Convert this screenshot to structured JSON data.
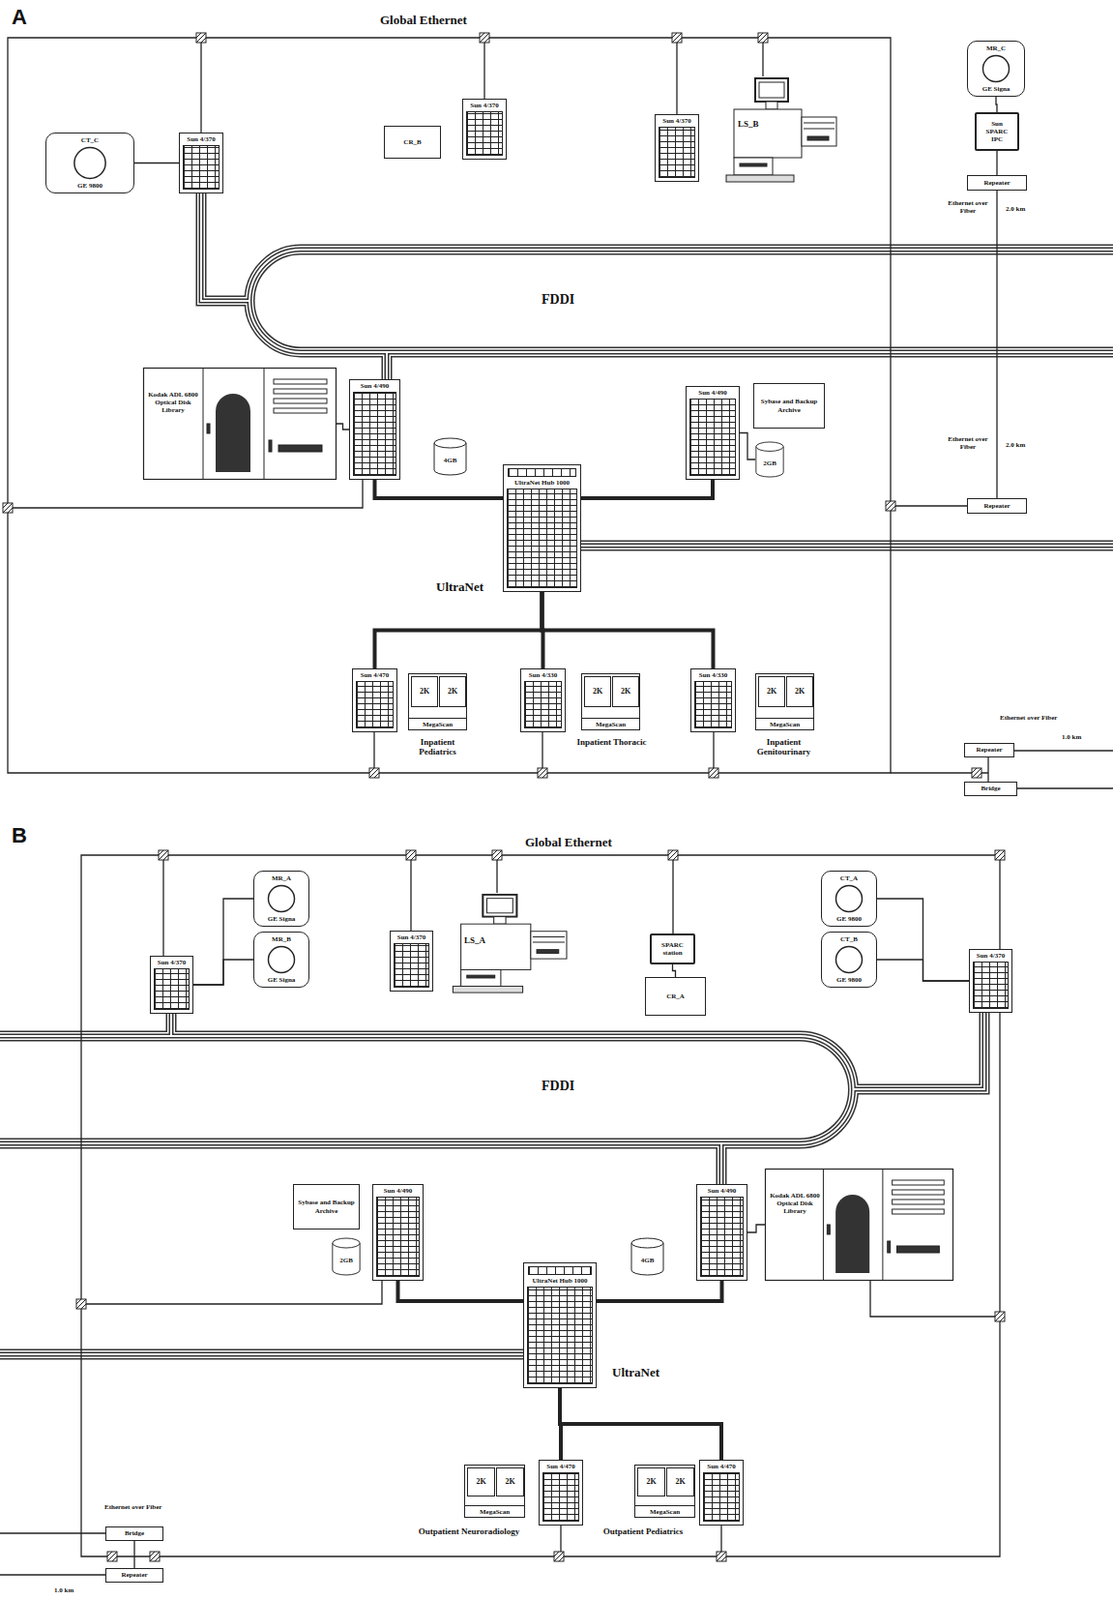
{
  "diagram": {
    "nodes": [
      {
        "text": [
          "CT_C",
          "GE 9800"
        ]
      },
      {
        "text": [
          "Sun 4/370"
        ]
      },
      {
        "text": [
          "CR_B"
        ]
      },
      {
        "text": [
          "Sun 4/370"
        ]
      },
      {
        "text": [
          "Sun 4/370"
        ]
      },
      {
        "text": [
          "LS_B"
        ]
      },
      {
        "text": [
          "MR_C",
          "GE Signa"
        ]
      },
      {
        "text": [
          "Sun SPARC IPC"
        ]
      },
      {
        "text": [
          "Repeater"
        ]
      },
      {
        "text": [
          "Kodak ADL 6800 Optical Disk Library"
        ]
      },
      {
        "text": [
          "Sun 4/490"
        ]
      },
      {
        "text": [
          "4GB"
        ]
      },
      {
        "text": [
          "UltraNet Hub 1000"
        ]
      },
      {
        "text": [
          "Sun 4/490"
        ]
      },
      {
        "text": [
          "Sybase and Backup Archive"
        ]
      },
      {
        "text": [
          "2GB"
        ]
      },
      {
        "text": [
          "Repeater"
        ]
      },
      {
        "text": [
          "Sun 4/470"
        ]
      },
      {
        "text": [
          "MegaScan"
        ]
      },
      {
        "text": [
          "2K"
        ],
        "in": 18
      },
      {
        "text": [
          "2K"
        ],
        "in": 18
      },
      {
        "text": [
          "Sun 4/330"
        ]
      },
      {
        "text": [
          "MegaScan"
        ]
      },
      {
        "text": [
          "2K"
        ],
        "in": 22
      },
      {
        "text": [
          "2K"
        ],
        "in": 22
      },
      {
        "text": [
          "Sun 4/330"
        ]
      },
      {
        "text": [
          "MegaScan"
        ]
      },
      {
        "text": [
          "2K"
        ],
        "in": 26
      },
      {
        "text": [
          "2K"
        ],
        "in": 26
      },
      {
        "text": [
          "Repeater"
        ]
      },
      {
        "text": [
          "Bridge"
        ]
      },
      {
        "text": [
          "Sun 4/370"
        ]
      },
      {
        "text": [
          "MR_A",
          "GE Signa"
        ]
      },
      {
        "text": [
          "MR_B",
          "GE Signa"
        ]
      },
      {
        "text": [
          "Sun 4/370"
        ]
      },
      {
        "text": [
          "LS_A"
        ]
      },
      {
        "text": [
          "SPARC station"
        ]
      },
      {
        "text": [
          "CR_A"
        ]
      },
      {
        "text": [
          "CT_A",
          "GE 9800"
        ]
      },
      {
        "text": [
          "CT_B",
          "GE 9800"
        ]
      },
      {
        "text": [
          "Sun 4/370"
        ]
      },
      {
        "text": [
          "Sybase and Backup Archive"
        ]
      },
      {
        "text": [
          "Sun 4/490"
        ]
      },
      {
        "text": [
          "2GB"
        ]
      },
      {
        "text": [
          "4GB"
        ]
      },
      {
        "text": [
          "Sun 4/490"
        ]
      },
      {
        "text": [
          "Kodak ADL 6800 Optical Disk Library"
        ]
      },
      {
        "text": [
          "UltraNet Hub 1000"
        ]
      },
      {
        "text": [
          "MegaScan"
        ]
      },
      {
        "text": [
          "2K"
        ],
        "in": 48
      },
      {
        "text": [
          "2K"
        ],
        "in": 48
      },
      {
        "text": [
          "Sun 4/470"
        ]
      },
      {
        "text": [
          "MegaScan"
        ]
      },
      {
        "text": [
          "2K"
        ],
        "in": 52
      },
      {
        "text": [
          "2K"
        ],
        "in": 52
      },
      {
        "text": [
          "Sun 4/470"
        ]
      },
      {
        "text": [
          "Bridge"
        ]
      },
      {
        "text": [
          "Repeater"
        ]
      }
    ],
    "edges": [
      {
        "from": 0,
        "to": 1,
        "arrow": "none"
      },
      {
        "from": 6,
        "to": 7,
        "arrow": "none"
      },
      {
        "from": 7,
        "to": 8,
        "arrow": "none"
      },
      {
        "from": 8,
        "to": 16,
        "arrow": "none"
      },
      {
        "from": 9,
        "to": 10,
        "arrow": "none"
      },
      {
        "from": 10,
        "to": 12,
        "arrow": "none"
      },
      {
        "from": 12,
        "to": 13,
        "arrow": "none"
      },
      {
        "from": 13,
        "to": 15,
        "arrow": "none"
      },
      {
        "from": 12,
        "to": 17,
        "arrow": "none"
      },
      {
        "from": 12,
        "to": 21,
        "arrow": "none"
      },
      {
        "from": 12,
        "to": 25,
        "arrow": "none"
      },
      {
        "from": 31,
        "to": 32,
        "arrow": "none"
      },
      {
        "from": 31,
        "to": 33,
        "arrow": "none"
      },
      {
        "from": 36,
        "to": 37,
        "arrow": "none"
      },
      {
        "from": 40,
        "to": 38,
        "arrow": "none"
      },
      {
        "from": 40,
        "to": 39,
        "arrow": "none"
      },
      {
        "from": 42,
        "to": 47,
        "arrow": "none"
      },
      {
        "from": 47,
        "to": 45,
        "arrow": "none"
      },
      {
        "from": 45,
        "to": 46,
        "arrow": "none"
      },
      {
        "from": 47,
        "to": 51,
        "arrow": "none"
      },
      {
        "from": 47,
        "to": 55,
        "arrow": "none"
      }
    ],
    "labels": [
      "A",
      "Global Ethernet",
      "Ethernet over Fiber",
      "2.0 km",
      "FDDI",
      "Ethernet over Fiber",
      "2.0 km",
      "UltraNet",
      "Inpatient Pediatrics",
      "Inpatient Thoracic",
      "Inpatient Genitourinary",
      "Ethernet over Fiber",
      "1.0 km",
      "B",
      "Global Ethernet",
      "FDDI",
      "UltraNet",
      "Outpatient Neuroradiology",
      "Outpatient Pediatrics",
      "Ethernet over Fiber",
      "1.0 km"
    ]
  }
}
